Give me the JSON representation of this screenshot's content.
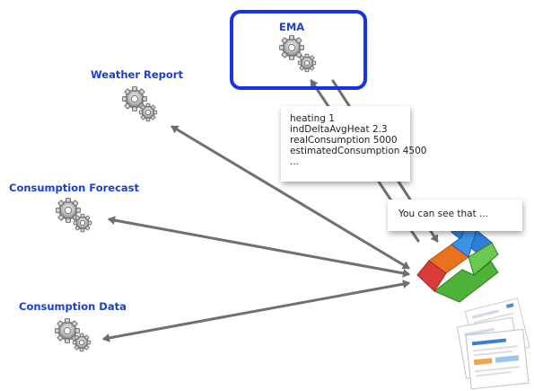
{
  "services": {
    "ema": {
      "label": "EMA",
      "icon": "gears-icon"
    },
    "weather_report": {
      "label": "Weather Report",
      "icon": "gears-icon"
    },
    "consumption_forecast": {
      "label": "Consumption Forecast",
      "icon": "gears-icon"
    },
    "consumption_data": {
      "label": "Consumption Data",
      "icon": "gears-icon"
    }
  },
  "hub": {
    "icon": "colored-blocks-icon"
  },
  "documents": {
    "icon": "report-documents-icon"
  },
  "data_note": {
    "lines": [
      "heating 1",
      "indDeltaAvgHeat 2.3",
      "realConsumption 5000",
      "estimatedConsumption 4500",
      "..."
    ]
  },
  "message_note": {
    "text": "You can see that ..."
  },
  "colors": {
    "label_blue": "#1a3fd1",
    "ema_border": "#1633e6",
    "arrow_gray": "#6e6e6e",
    "block_blue": "#2f7fd8",
    "block_orange": "#e8731e",
    "block_green": "#4fb238",
    "block_red": "#d93a3a"
  }
}
